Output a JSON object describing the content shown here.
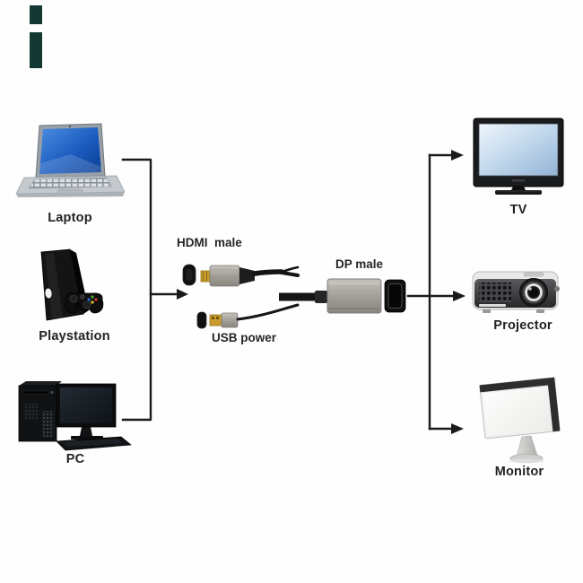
{
  "diagram": {
    "sources": [
      {
        "id": "laptop",
        "label": "Laptop"
      },
      {
        "id": "playstation",
        "label": "Playstation"
      },
      {
        "id": "pc",
        "label": "PC"
      }
    ],
    "adapter": {
      "hdmi_connector_label": "HDMI  male",
      "usb_connector_label": "USB power",
      "dp_connector_label": "DP male"
    },
    "outputs": [
      {
        "id": "tv",
        "label": "TV"
      },
      {
        "id": "projector",
        "label": "Projector"
      },
      {
        "id": "monitor",
        "label": "Monitor"
      }
    ],
    "colors": {
      "flow_line": "#1a1a1a",
      "metal_body": "#a39f99",
      "gold_contact": "#c89c2e",
      "laptop_screen_blue": "#2b6fd0",
      "tv_screen_blue": "#bcd4ea",
      "watermark_teal": "#123831",
      "background": "#ffffff"
    }
  }
}
